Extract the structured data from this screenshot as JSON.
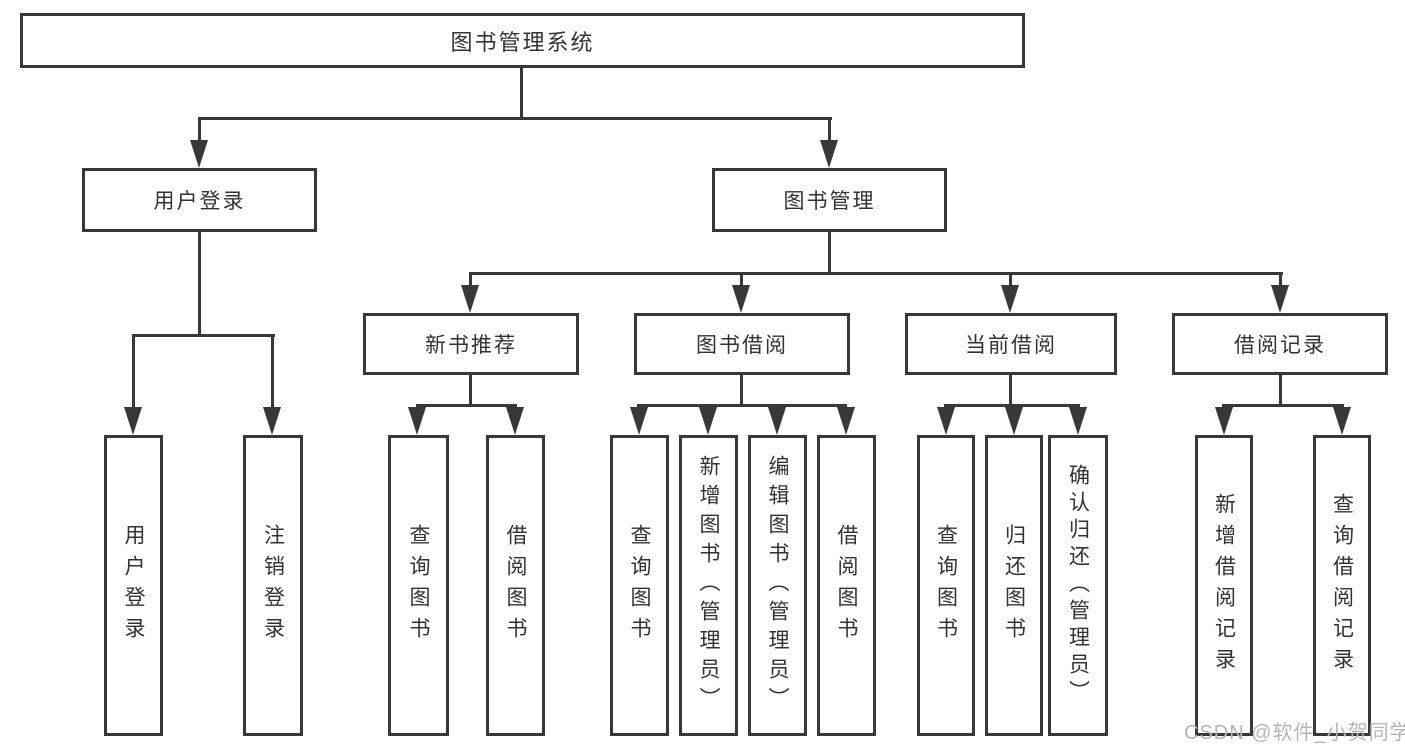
{
  "diagram": {
    "root": {
      "label": "图书管理系统",
      "children": [
        {
          "label": "用户登录",
          "children": [
            {
              "label": "用户登录"
            },
            {
              "label": "注销登录"
            }
          ]
        },
        {
          "label": "图书管理",
          "children": [
            {
              "label": "新书推荐",
              "children": [
                {
                  "label": "查询图书"
                },
                {
                  "label": "借阅图书"
                }
              ]
            },
            {
              "label": "图书借阅",
              "children": [
                {
                  "label": "查询图书"
                },
                {
                  "label": "新增图书（管理员）"
                },
                {
                  "label": "编辑图书（管理员）"
                },
                {
                  "label": "借阅图书"
                }
              ]
            },
            {
              "label": "当前借阅",
              "children": [
                {
                  "label": "查询图书"
                },
                {
                  "label": "归还图书"
                },
                {
                  "label": "确认归还（管理员）"
                }
              ]
            },
            {
              "label": "借阅记录",
              "children": [
                {
                  "label": "新增借阅记录"
                },
                {
                  "label": "查询借阅记录"
                }
              ]
            }
          ]
        }
      ]
    }
  },
  "watermark": {
    "text": "CSDN @软件_小贺同学"
  },
  "colors": {
    "line": "#383838",
    "text": "#333333",
    "watermark": "#b5b5b5",
    "background": "#ffffff"
  }
}
